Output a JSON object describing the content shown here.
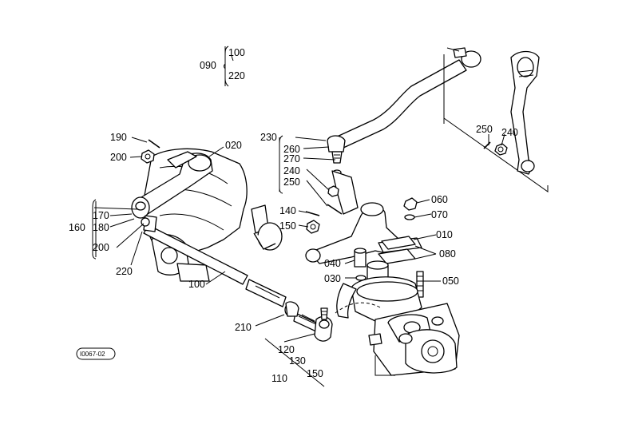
{
  "diagram": {
    "reference_code": "I0067-02",
    "labels": {
      "l090": "090",
      "l100a": "100",
      "l220a": "220",
      "l190": "190",
      "l200a": "200",
      "l020": "020",
      "l160": "160",
      "l170": "170",
      "l180": "180",
      "l200b": "200",
      "l220b": "220",
      "l100b": "100",
      "l210": "210",
      "l230": "230",
      "l260": "260",
      "l270": "270",
      "l240a": "240",
      "l250a": "250",
      "l140": "140",
      "l150": "150",
      "l250b": "250",
      "l240b": "240",
      "l060": "060",
      "l070": "070",
      "l010": "010",
      "l040": "040",
      "l080": "080",
      "l030": "030",
      "l050": "050",
      "l120": "120",
      "l130": "130",
      "l150b": "150",
      "l110": "110"
    }
  }
}
